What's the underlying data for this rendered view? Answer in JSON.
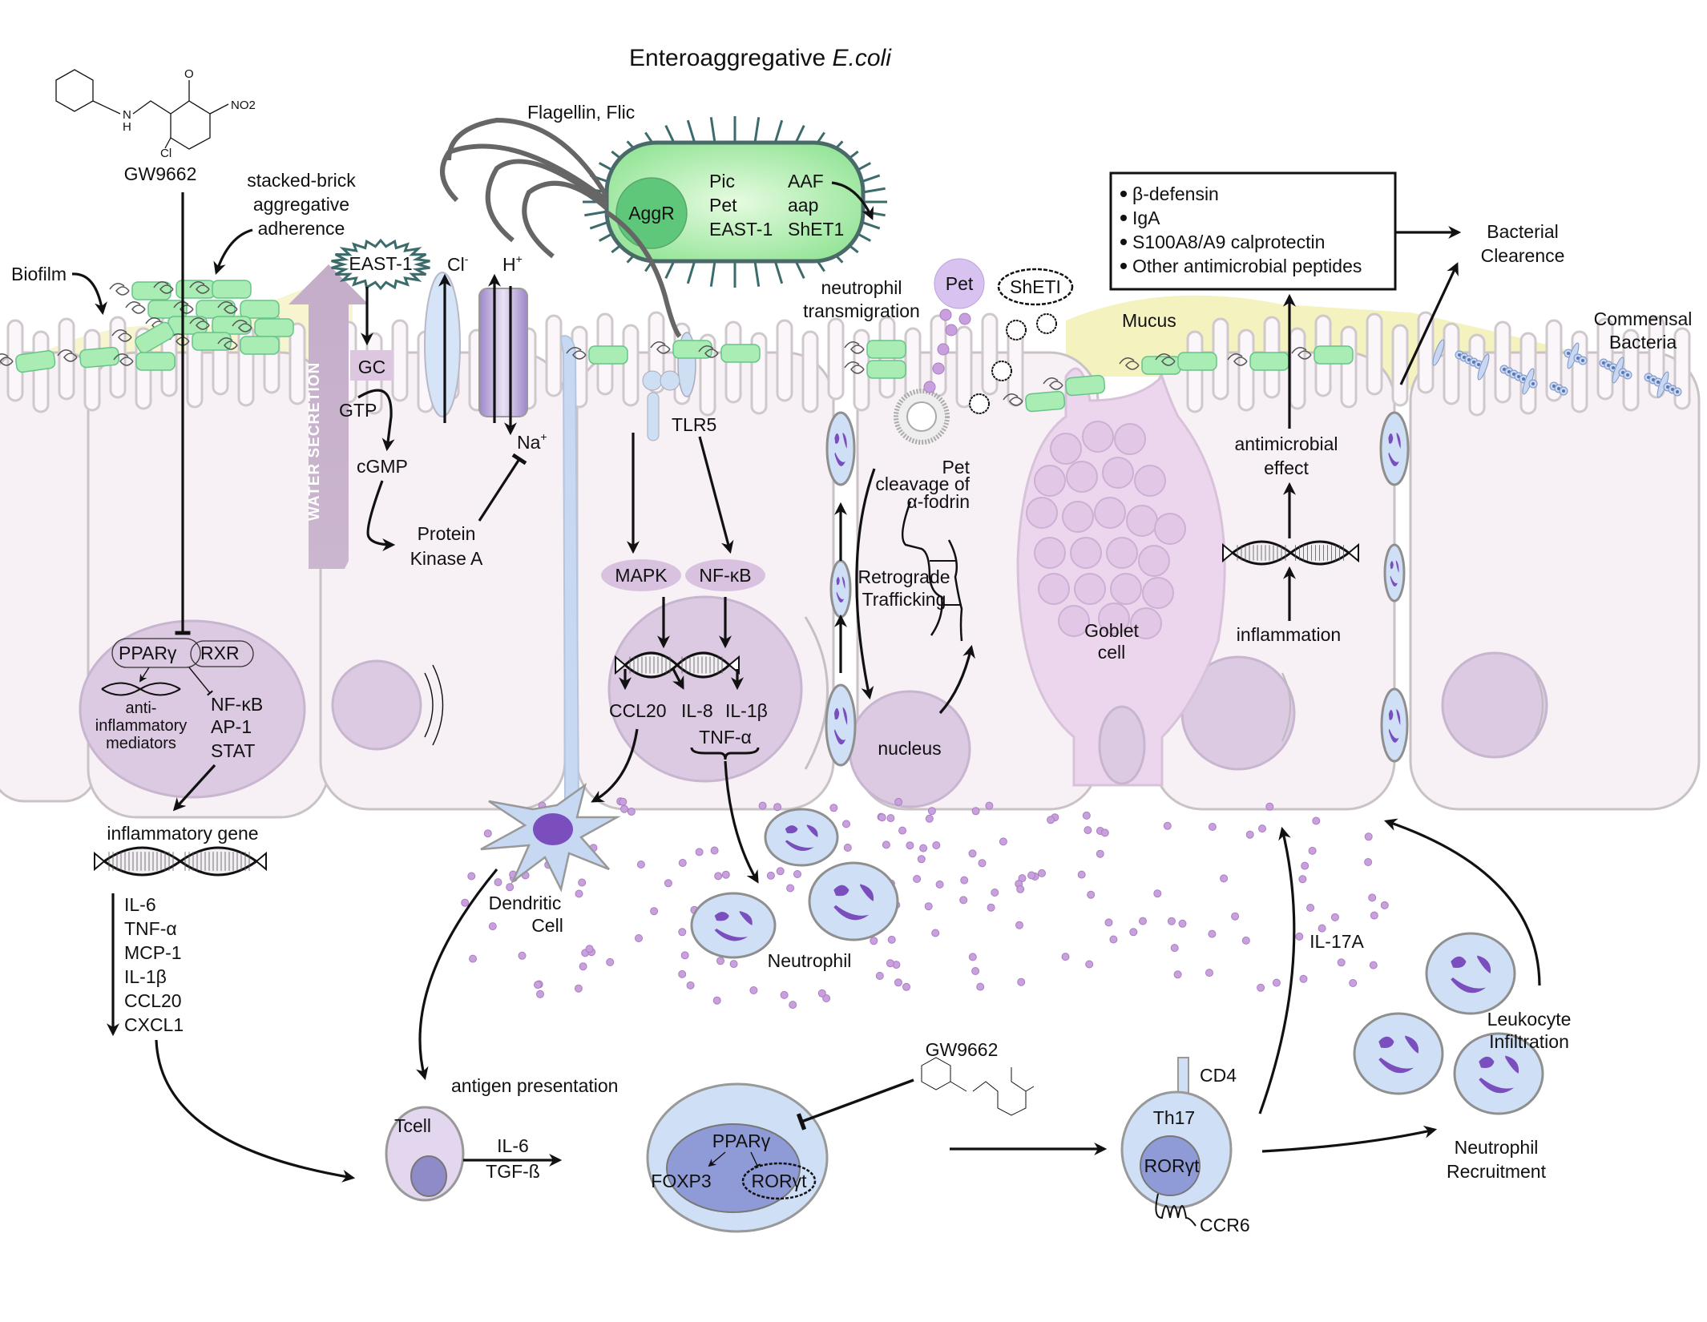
{
  "title": {
    "main": "Enteroaggregative ",
    "italic": "E.coli"
  },
  "bacterium": {
    "flagellin_label": "Flagellin, Flic",
    "aggr": "AggR",
    "factors_col1": [
      "Pic",
      "Pet",
      "EAST-1"
    ],
    "factors_col2": [
      "AAF",
      "aap",
      "ShET1"
    ]
  },
  "gw9662_top": {
    "label": "GW9662",
    "atoms": {
      "o": "O",
      "no2": "NO2",
      "n": "N",
      "h": "H",
      "cl": "Cl"
    }
  },
  "gw9662_bottom": {
    "label": "GW9662"
  },
  "adherence": {
    "line1": "stacked-brick",
    "line2": "aggregative",
    "line3": "adherence"
  },
  "biofilm": "Biofilm",
  "water_secretion": "WATER SECRETION",
  "toxin_pathway": {
    "east1": "EAST-1",
    "gc": "GC",
    "gtp": "GTP",
    "cgmp": "cGMP",
    "pka_line1": "Protein",
    "pka_line2": "Kinase A",
    "cl": "Cl",
    "cl_sup": "-",
    "h": "H",
    "h_sup": "+",
    "na": "Na",
    "na_sup": "+"
  },
  "tlr5": {
    "label": "TLR5",
    "mapk": "MAPK",
    "nfkb": "NF-κB",
    "outputs": [
      "CCL20",
      "IL-8",
      "IL-1β"
    ],
    "tnf": "TNF-α"
  },
  "pparg_cell": {
    "pparg": "PPARγ",
    "rxr": "RXR",
    "anti_line1": "anti-",
    "anti_line2": "inflammatory",
    "anti_line3": "mediators",
    "tf": [
      "NF-κB",
      "AP-1",
      "STAT"
    ]
  },
  "inflammatory_gene": "inflammatory gene",
  "cytokines": [
    "IL-6",
    "TNF-α",
    "MCP-1",
    "IL-1β",
    "CCL20",
    "CXCL1"
  ],
  "dendritic": {
    "line1": "Dendritic",
    "line2": "Cell"
  },
  "neutrophil_label": "Neutrophil",
  "transmigration": {
    "line1": "neutrophil",
    "line2": "transmigration"
  },
  "pet": "Pet",
  "sheti": "ShETI",
  "pet_cleavage": {
    "line1": "Pet",
    "line2": "cleavage of",
    "line3": "α-fodrin"
  },
  "retrograde": {
    "line1": "Retrograde",
    "line2": "Trafficking"
  },
  "nucleus": "nucleus",
  "goblet": {
    "line1": "Goblet",
    "line2": "cell"
  },
  "mucus": "Mucus",
  "commensal": {
    "line1": "Commensal",
    "line2": "Bacteria"
  },
  "antimicrobial_box": [
    "β-defensin",
    "IgA",
    "S100A8/A9 calprotectin",
    "Other antimicrobial peptides"
  ],
  "bacterial_clearance": {
    "line1": "Bacterial",
    "line2": "Clearence"
  },
  "antimicrobial_effect": {
    "line1": "antimicrobial",
    "line2": "effect"
  },
  "inflammation": "inflammation",
  "il17a": "IL-17A",
  "leukocyte": {
    "line1": "Leukocyte",
    "line2": "Infiltration"
  },
  "recruitment": {
    "line1": "Neutrophil",
    "line2": "Recruitment"
  },
  "antigen_presentation": "antigen presentation",
  "tcell": "Tcell",
  "differentiation": {
    "il6": "IL-6",
    "tgfb": "TGF-ß"
  },
  "treg_cell": {
    "pparg": "PPARγ",
    "foxp3": "FOXP3",
    "rorgt": "RORγt"
  },
  "th17": {
    "label": "Th17",
    "cd4": "CD4",
    "rorgt": "RORγt",
    "ccr6": "CCR6"
  },
  "colors": {
    "bacteria_green": "#a9ecb4",
    "cell_pink": "#f7f0f4",
    "nucleus_purple": "#dcc9e2",
    "immune_blue": "#cfe0f6",
    "mucus_yellow": "#f3f1b8",
    "water_arrow": "#c4adc9"
  }
}
